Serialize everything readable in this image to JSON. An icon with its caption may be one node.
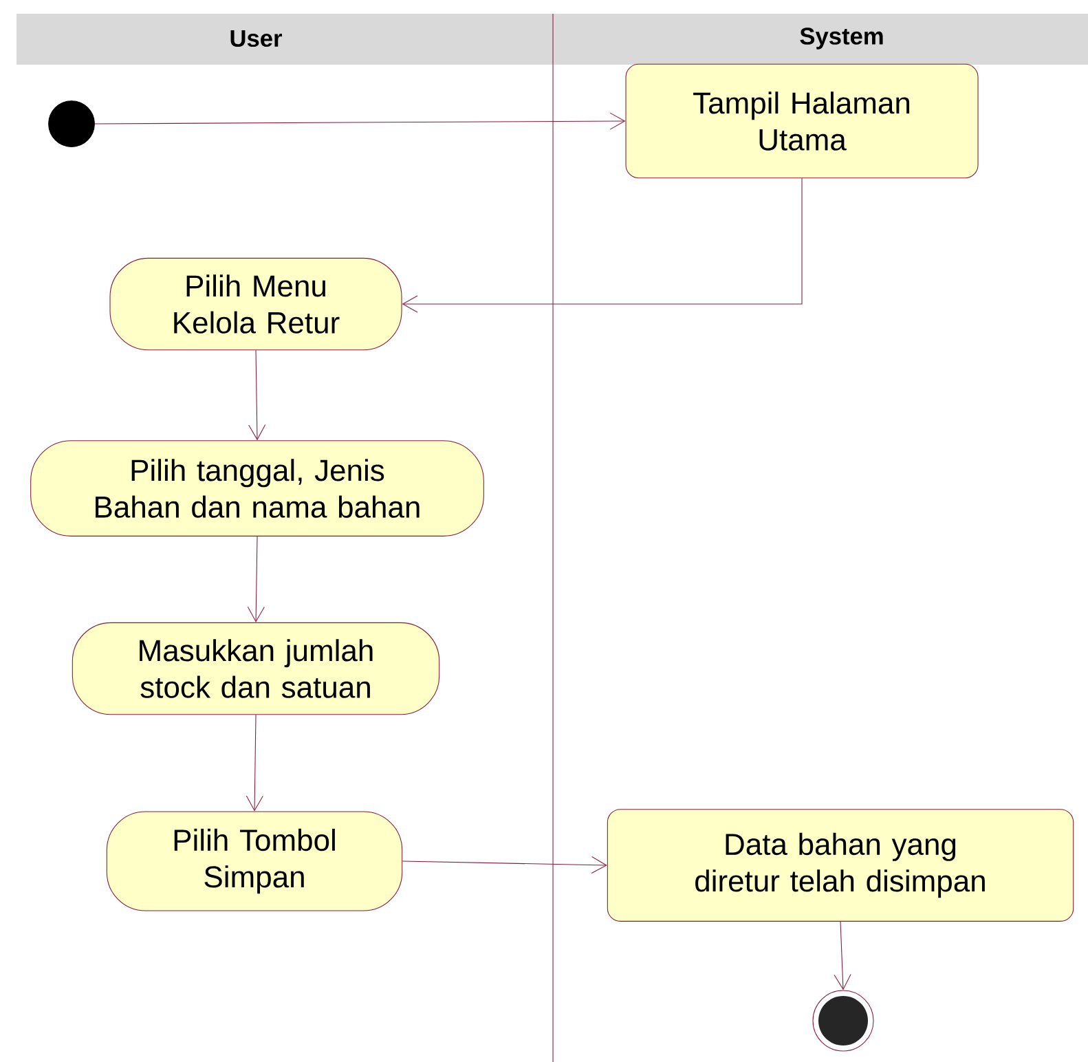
{
  "diagram": {
    "nodes": [
      {
        "text": [],
        "shape": "circle"
      },
      {
        "text": [
          "Tampil Halaman Utama"
        ]
      },
      {
        "text": [
          "Pilih Menu Kelola Retur"
        ]
      },
      {
        "text": [
          "Pilih tanggal, Jenis Bahan dan nama bahan"
        ]
      },
      {
        "text": [
          "Masukkan jumlah stock dan satuan"
        ]
      },
      {
        "text": [
          "Pilih Tombol Simpan"
        ]
      },
      {
        "text": [
          "Data bahan yang diretur telah disimpan"
        ]
      },
      {
        "text": [],
        "shape": "circle"
      }
    ],
    "edges": [
      {
        "from": 0,
        "to": 1,
        "arrow": "to"
      },
      {
        "from": 1,
        "to": 2,
        "arrow": "to"
      },
      {
        "from": 2,
        "to": 3,
        "arrow": "to"
      },
      {
        "from": 3,
        "to": 4,
        "arrow": "to"
      },
      {
        "from": 4,
        "to": 5,
        "arrow": "to"
      },
      {
        "from": 5,
        "to": 6,
        "arrow": "to"
      },
      {
        "from": 6,
        "to": 7,
        "arrow": "to"
      }
    ],
    "labels": [
      "User",
      "System"
    ]
  }
}
